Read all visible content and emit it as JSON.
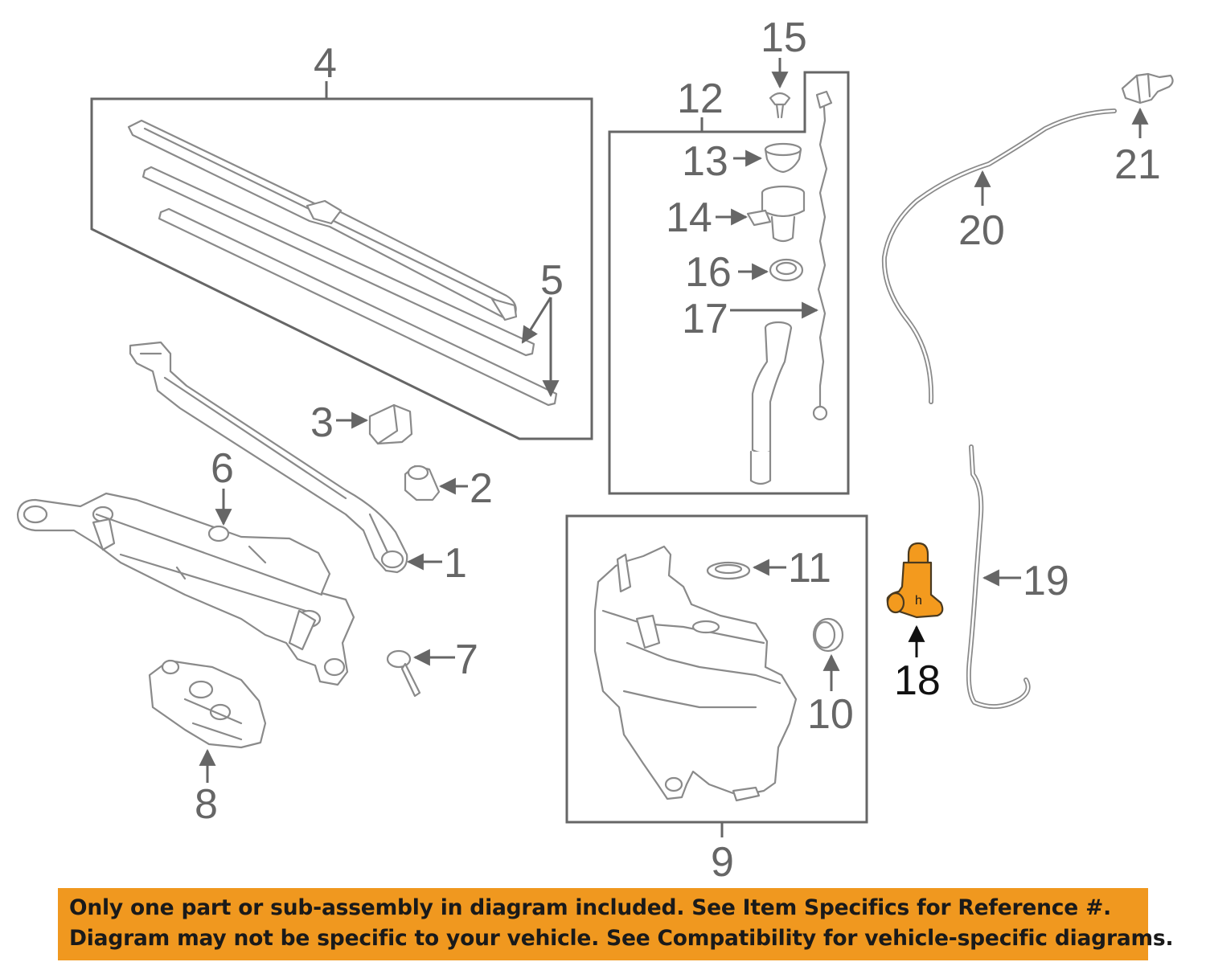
{
  "diagram": {
    "highlight_color": "#f39a1e",
    "callouts": [
      "1",
      "2",
      "3",
      "4",
      "5",
      "6",
      "7",
      "8",
      "9",
      "10",
      "11",
      "12",
      "13",
      "14",
      "15",
      "16",
      "17",
      "18",
      "19",
      "20",
      "21"
    ],
    "highlighted_part": "18",
    "highlight_glyph": "h"
  },
  "banner": {
    "line1": "Only one part or sub-assembly in diagram included. See Item Specifics for Reference #.",
    "line2": "Diagram may not be specific to your vehicle. See Compatibility for vehicle-specific diagrams.",
    "background": "#f0981f"
  }
}
